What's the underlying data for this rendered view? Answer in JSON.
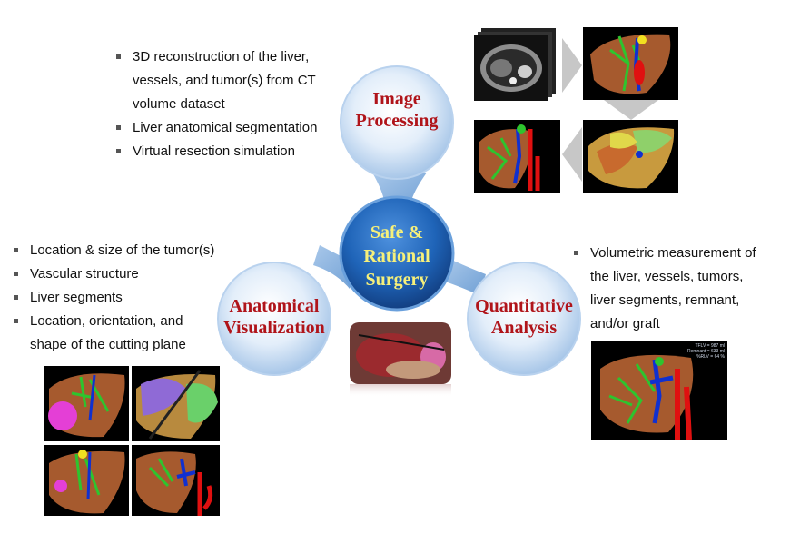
{
  "center": {
    "line1": "Safe &",
    "line2": "Rational",
    "line3": "Surgery"
  },
  "image_processing": {
    "title_line1": "Image",
    "title_line2": "Processing",
    "bullets": [
      "3D reconstruction of the liver,",
      "vessels, and tumor(s) from CT",
      "volume dataset",
      "Liver anatomical segmentation",
      "Virtual resection simulation"
    ]
  },
  "anatomical_visualization": {
    "title_line1": "Anatomical",
    "title_line2": "Visualization",
    "bullets": [
      "Location & size of the tumor(s)",
      "Vascular structure",
      "Liver segments",
      "Location, orientation, and",
      "shape of the cutting plane"
    ]
  },
  "quantitative_analysis": {
    "title_line1": "Quantitative",
    "title_line2": "Analysis",
    "bullets": [
      "Volumetric measurement of",
      "the liver, vessels, tumors,",
      "liver segments, remnant,",
      "and/or graft"
    ],
    "readout": [
      "TFLV = 987 ml",
      "Remnant = 633 ml",
      "%RLV = 64 %"
    ]
  },
  "colors": {
    "circle_fill": "#c9def2",
    "center_fill": "#1f64b8",
    "title_red": "#b0141a",
    "center_text": "#f6f07a",
    "arrow_gray": "#c7c7c7"
  }
}
